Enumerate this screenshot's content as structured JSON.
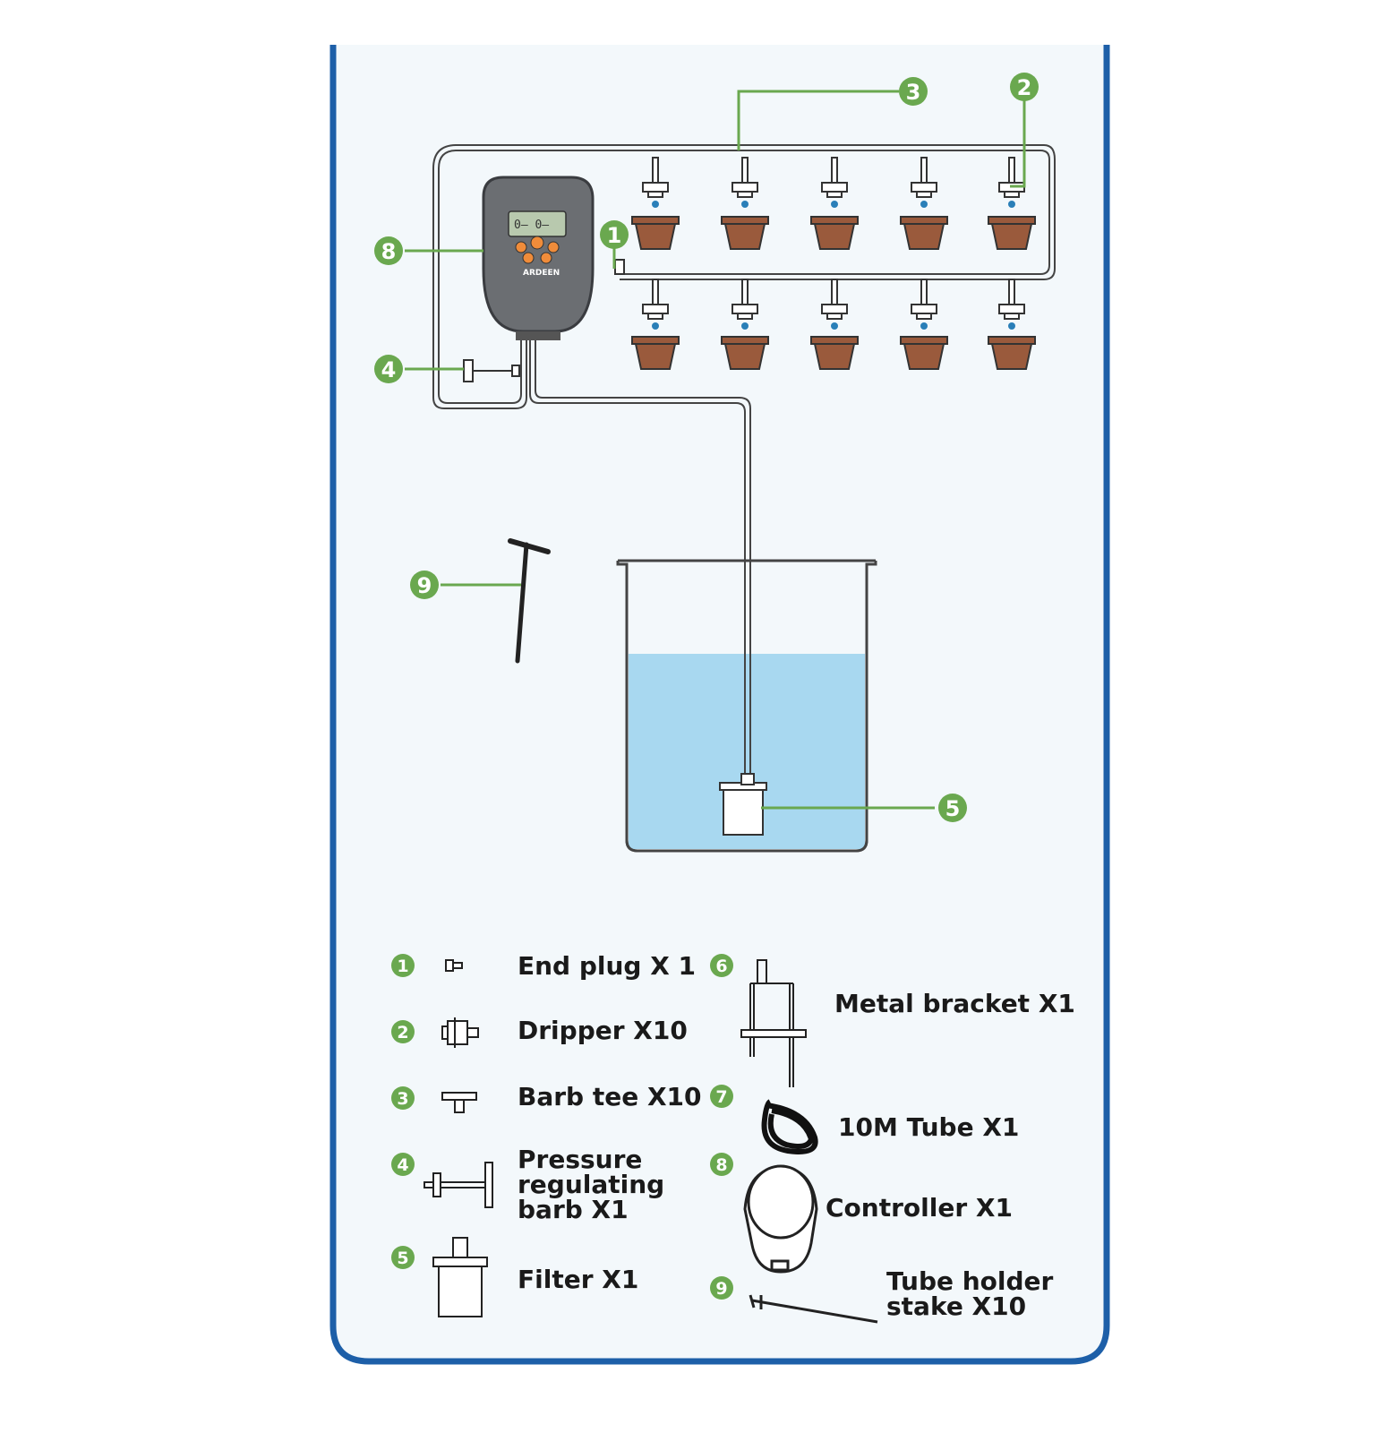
{
  "colors": {
    "frame_border": "#1d5fa8",
    "frame_fill": "#f3f8fb",
    "callout_green": "#6aa84f",
    "pot": "#9a5a3c",
    "water": "#a8d8f0",
    "controller_body": "#6b6e72",
    "controller_button": "#f08c3a",
    "lcd": "#b8c9ae"
  },
  "controller": {
    "lcd_text": "0— 0—",
    "brand": "ARDEEN"
  },
  "callouts": [
    "1",
    "2",
    "3",
    "4",
    "5",
    "8",
    "9"
  ],
  "parts_list": [
    {
      "num": "1",
      "lines": [
        "End plug X 1"
      ],
      "icon": "end-plug-icon"
    },
    {
      "num": "2",
      "lines": [
        "Dripper X10"
      ],
      "icon": "dripper-icon"
    },
    {
      "num": "3",
      "lines": [
        "Barb tee X10"
      ],
      "icon": "barb-tee-icon"
    },
    {
      "num": "4",
      "lines": [
        "Pressure",
        "regulating",
        "barb X1"
      ],
      "icon": "pressure-barb-icon"
    },
    {
      "num": "5",
      "lines": [
        "Filter X1"
      ],
      "icon": "filter-icon"
    },
    {
      "num": "6",
      "lines": [
        "Metal bracket X1"
      ],
      "icon": "metal-bracket-icon"
    },
    {
      "num": "7",
      "lines": [
        "10M Tube X1"
      ],
      "icon": "tube-coil-icon"
    },
    {
      "num": "8",
      "lines": [
        "Controller X1"
      ],
      "icon": "controller-icon"
    },
    {
      "num": "9",
      "lines": [
        "Tube holder",
        "stake X10"
      ],
      "icon": "stake-icon"
    }
  ]
}
